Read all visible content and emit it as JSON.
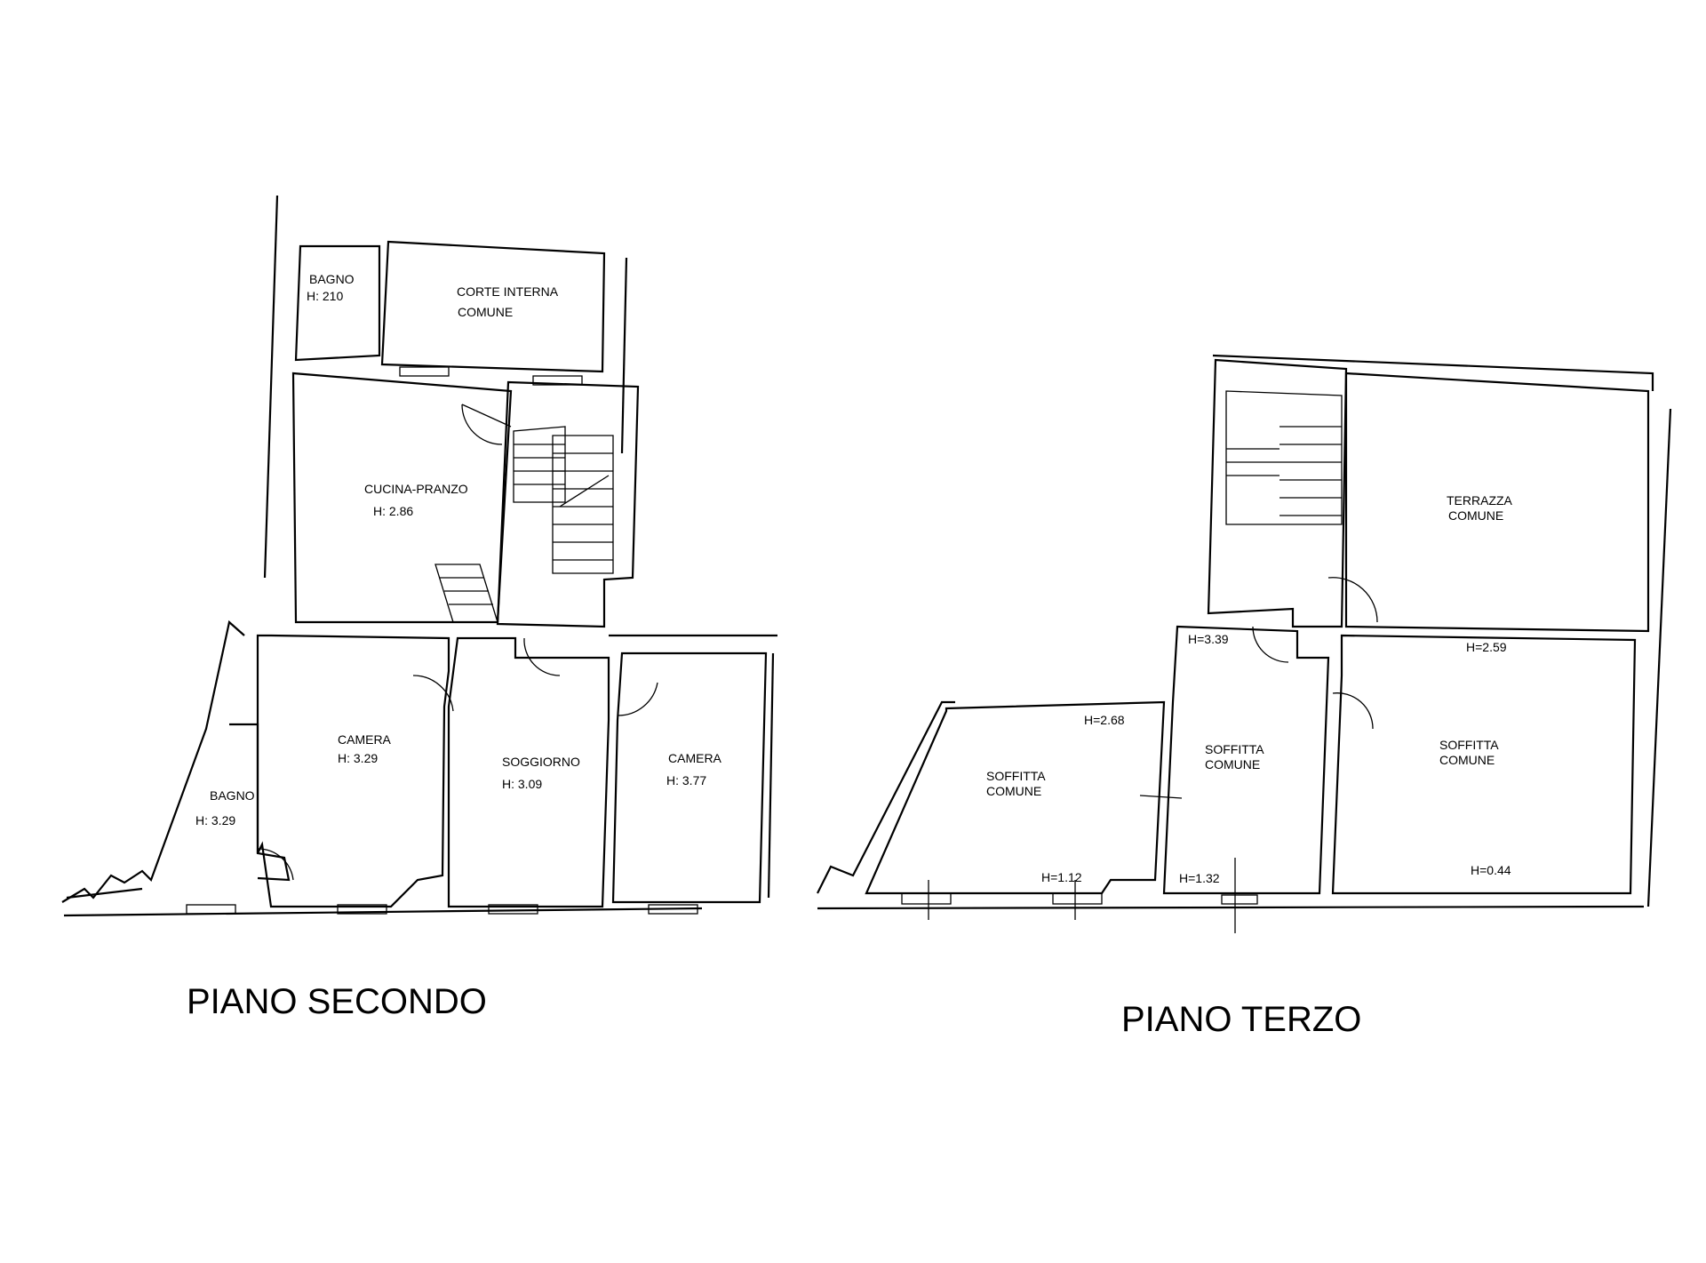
{
  "floors": [
    {
      "title": "PIANO SECONDO",
      "rooms": [
        {
          "name": "BAGNO",
          "height": "H: 210"
        },
        {
          "name": "CORTE INTERNA",
          "sub": "COMUNE"
        },
        {
          "name": "CUCINA-PRANZO",
          "height": "H: 2.86"
        },
        {
          "name": "CAMERA",
          "height": "H: 3.29"
        },
        {
          "name": "SOGGIORNO",
          "height": "H: 3.09"
        },
        {
          "name": "CAMERA",
          "height": "H: 3.77"
        },
        {
          "name": "BAGNO",
          "height": "H: 3.29"
        }
      ]
    },
    {
      "title": "PIANO TERZO",
      "rooms": [
        {
          "name": "TERRAZZA",
          "sub": "COMUNE"
        },
        {
          "name": "SOFFITTA",
          "sub": "COMUNE"
        },
        {
          "name": "SOFFITTA",
          "sub": "COMUNE"
        },
        {
          "name": "SOFFITTA",
          "sub": "COMUNE"
        }
      ],
      "heights": [
        "H=3.39",
        "H=2.59",
        "H=2.68",
        "H=1.12",
        "H=1.32",
        "H=0.44"
      ]
    }
  ]
}
